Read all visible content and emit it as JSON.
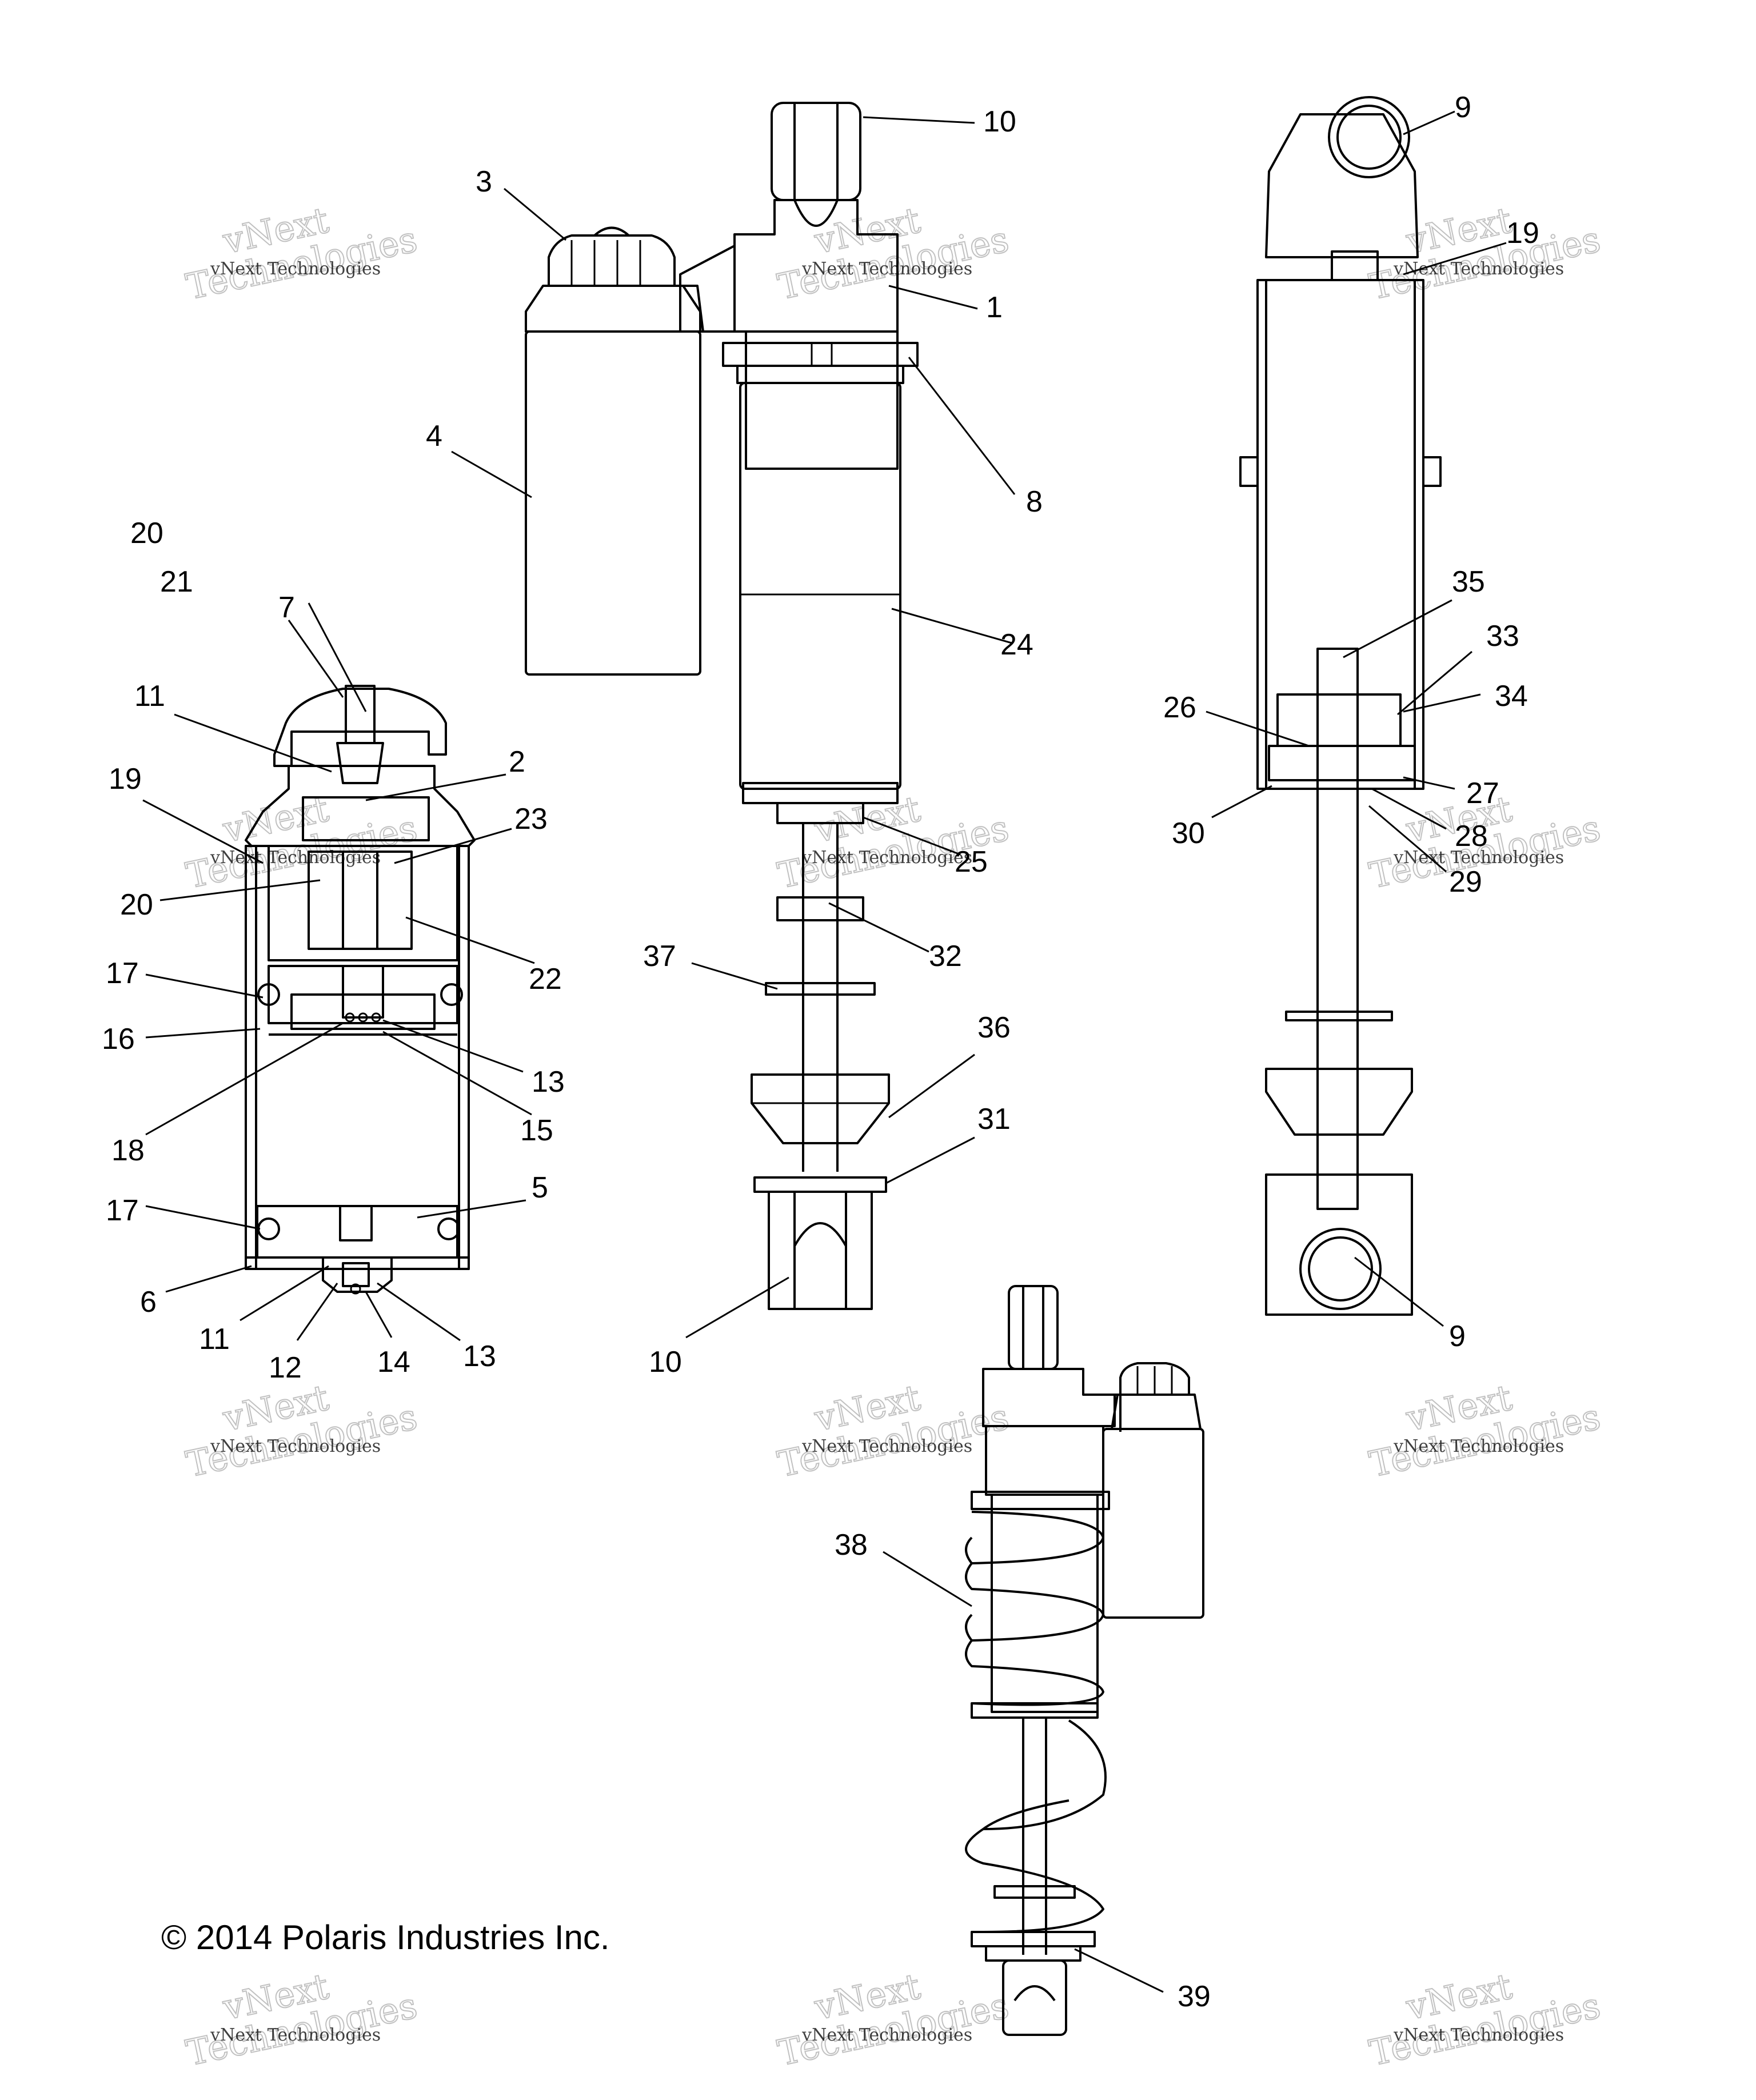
{
  "diagram": {
    "callouts": [
      "1",
      "2",
      "3",
      "4",
      "5",
      "6",
      "7",
      "8",
      "9",
      "10",
      "11",
      "12",
      "13",
      "14",
      "15",
      "16",
      "17",
      "18",
      "19",
      "20",
      "21",
      "22",
      "23",
      "24",
      "25",
      "26",
      "27",
      "28",
      "29",
      "30",
      "31",
      "32",
      "33",
      "34",
      "35",
      "36",
      "37",
      "38",
      "39"
    ],
    "copyright": "© 2014 Polaris Industries Inc.",
    "watermark": {
      "line1": "vNext Technologies",
      "line2": "vNext",
      "line3": "Technologies"
    }
  }
}
